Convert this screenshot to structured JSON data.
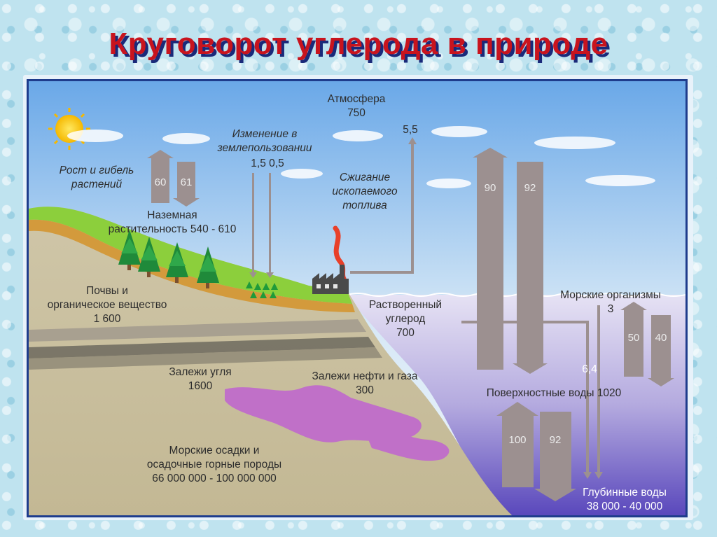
{
  "title": "Круговорот углерода в природе",
  "labels": {
    "atmosphere": "Атмосфера\n750",
    "land_use_change": "Изменение в\nземлепользовании",
    "land_use_values": "1,5  0,5",
    "fossil_value": "5,5",
    "fossil_burning": "Сжигание\nископаемого\nтоплива",
    "plant_growth": "Рост и гибель\nрастений",
    "land_vegetation": "Наземная\nрастительность 540 - 610",
    "soils": "Почвы и\nорганическое вещество\n1 600",
    "dissolved_carbon": "Растворенный\nуглерод\n700",
    "marine_organisms": "Морские организмы\n3",
    "coal": "Залежи угля\n1600",
    "oil_gas": "Залежи нефти и газа\n300",
    "sediments": "Морские осадки и\nосадочные горные породы\n66 000 000 - 100 000 000",
    "surface_waters": "Поверхностные воды 1020",
    "deep_waters": "Глубинные воды\n38 000 - 40 000",
    "flux_6_4": "6,4"
  },
  "fluxes": {
    "plant_up": "60",
    "plant_down": "61",
    "ocean_up": "90",
    "ocean_down": "92",
    "marine_up": "50",
    "marine_down": "40",
    "deep_up": "100",
    "deep_down": "92"
  },
  "colors": {
    "title": "#c8141e",
    "title_shadow": "#1a2a7a",
    "arrow": "#9c9090",
    "grass": "#8ccf3c",
    "soil": "#c8bc98",
    "ocean": "#6e5fc4",
    "oil": "#c070c8"
  }
}
